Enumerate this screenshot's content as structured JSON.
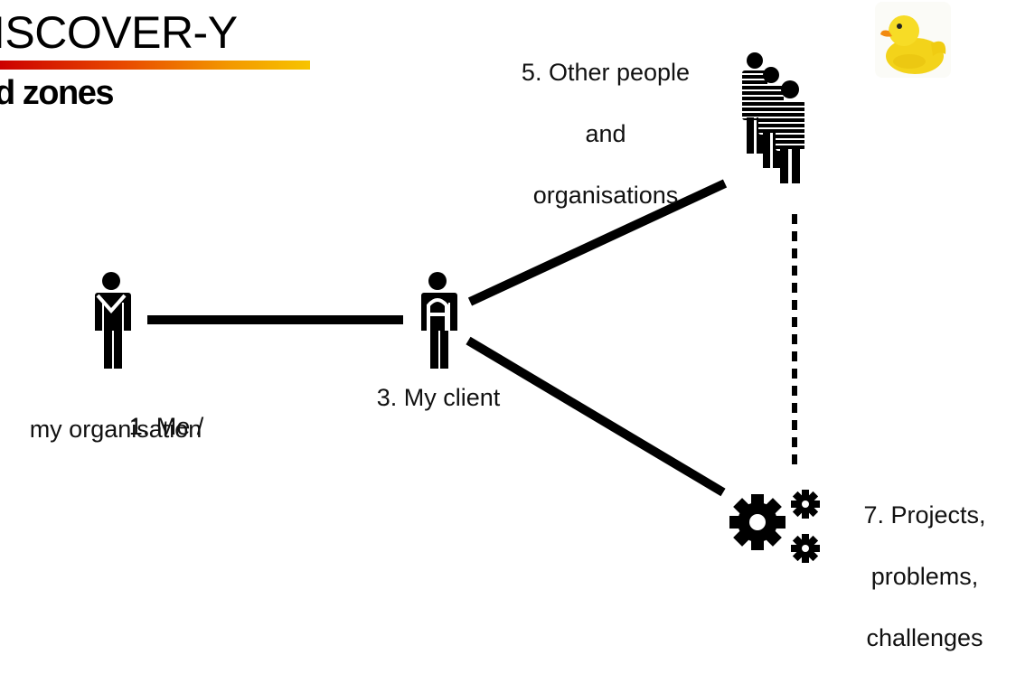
{
  "header": {
    "title": "ISCOVER-Y",
    "subtitle": "d zones"
  },
  "nodes": {
    "me": {
      "line1": "1. Me /",
      "line2": "my organisation"
    },
    "client": {
      "label": "3. My client"
    },
    "others": {
      "line1": "5. Other people",
      "line2": "and",
      "line3": "organisations"
    },
    "projects": {
      "line1": "7. Projects,",
      "line2": "problems,",
      "line3": "challenges"
    }
  },
  "colors": {
    "accent_start": "#cc0000",
    "accent_end": "#f7c400",
    "line": "#000000",
    "duck": "#f5d81f"
  },
  "icons": [
    "person-m-icon",
    "person-a-icon",
    "people-group-icon",
    "gears-icon",
    "rubber-duck-icon"
  ]
}
